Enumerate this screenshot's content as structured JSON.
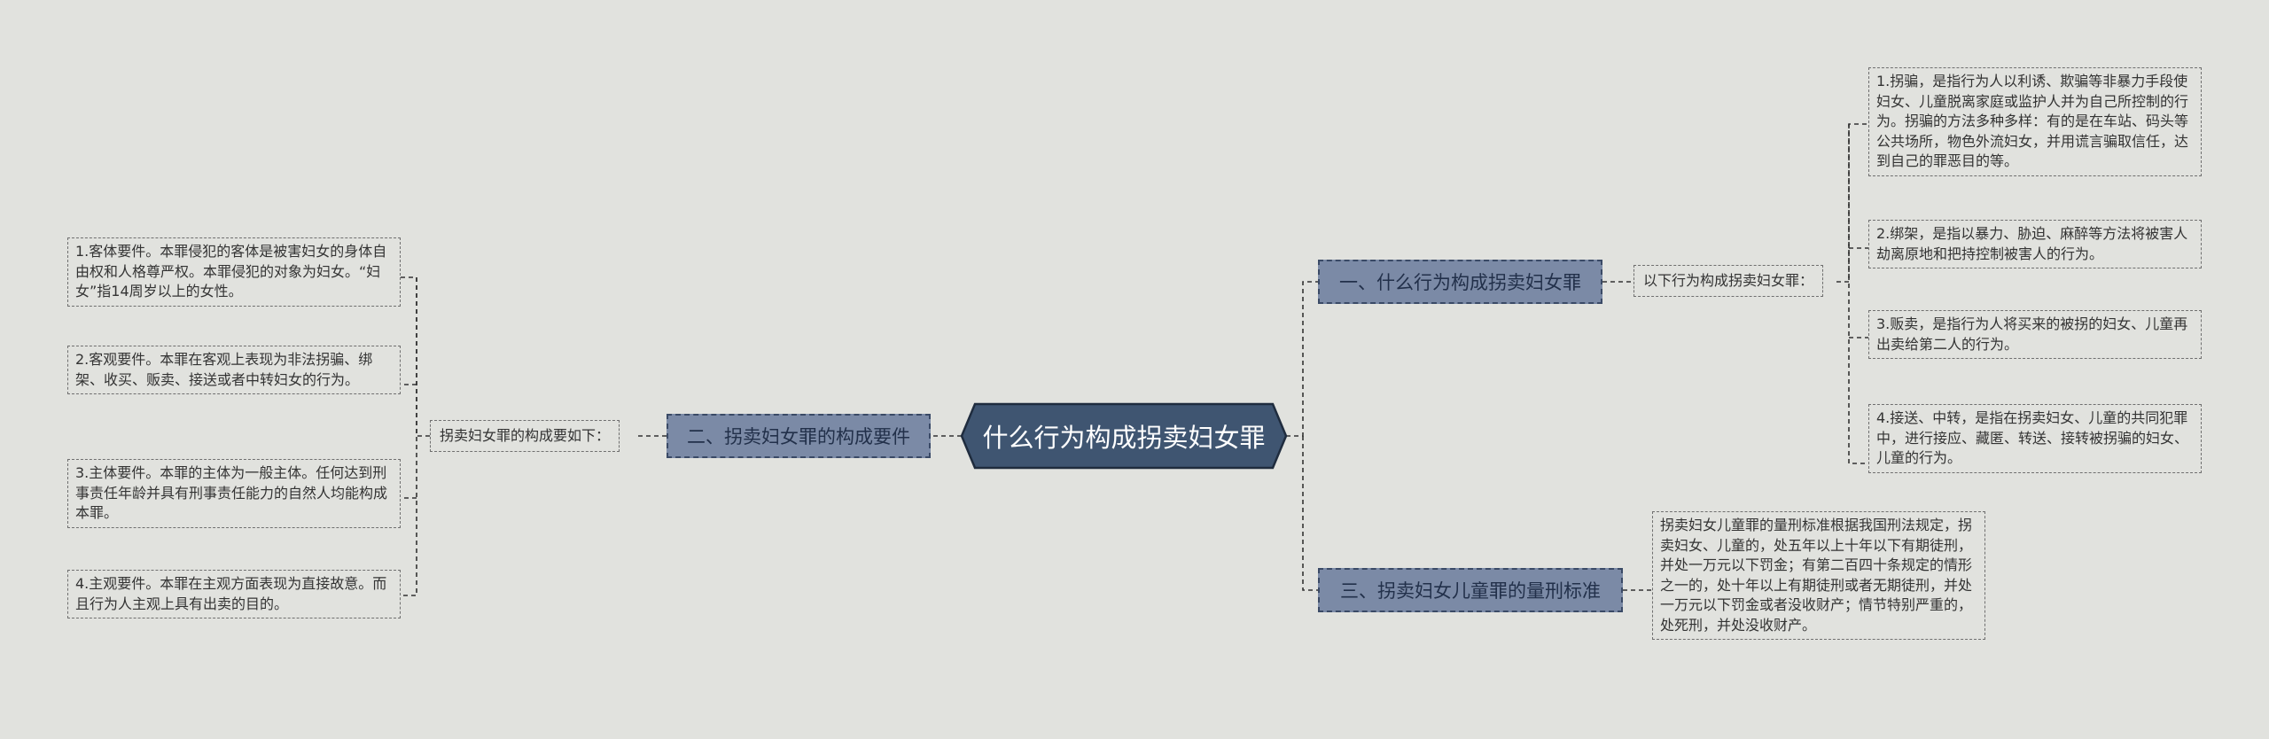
{
  "root": {
    "label": "什么行为构成拐卖妇女罪"
  },
  "branches": {
    "b1": {
      "label": "一、什么行为构成拐卖妇女罪",
      "intro": "以下行为构成拐卖妇女罪：",
      "items": [
        "1.拐骗，是指行为人以利诱、欺骗等非暴力手段使妇女、儿童脱离家庭或监护人并为自己所控制的行为。拐骗的方法多种多样：有的是在车站、码头等公共场所，物色外流妇女，并用谎言骗取信任，达到自己的罪恶目的等。",
        "2.绑架，是指以暴力、胁迫、麻醉等方法将被害人劫离原地和把持控制被害人的行为。",
        "3.贩卖，是指行为人将买来的被拐的妇女、儿童再出卖给第二人的行为。",
        "4.接送、中转，是指在拐卖妇女、儿童的共同犯罪中，进行接应、藏匿、转送、接转被拐骗的妇女、儿童的行为。"
      ]
    },
    "b2": {
      "label": "二、拐卖妇女罪的构成要件",
      "intro": "拐卖妇女罪的构成要如下：",
      "items": [
        "1.客体要件。本罪侵犯的客体是被害妇女的身体自由权和人格尊严权。本罪侵犯的对象为妇女。“妇女”指14周岁以上的女性。",
        "2.客观要件。本罪在客观上表现为非法拐骗、绑架、收买、贩卖、接送或者中转妇女的行为。",
        "3.主体要件。本罪的主体为一般主体。任何达到刑事责任年龄并具有刑事责任能力的自然人均能构成本罪。",
        "4.主观要件。本罪在主观方面表现为直接故意。而且行为人主观上具有出卖的目的。"
      ]
    },
    "b3": {
      "label": "三、拐卖妇女儿童罪的量刑标准",
      "text": "拐卖妇女儿童罪的量刑标准根据我国刑法规定，拐卖妇女、儿童的，处五年以上十年以下有期徒刑，并处一万元以下罚金；有第二百四十条规定的情形之一的，处十年以上有期徒刑或者无期徒刑，并处一万元以下罚金或者没收财产；情节特别严重的，处死刑，并处没收财产。"
    }
  },
  "colors": {
    "background": "#e1e2de",
    "root": "#3f5571",
    "subtopic": "#7b8aa6",
    "line": "#333333"
  }
}
